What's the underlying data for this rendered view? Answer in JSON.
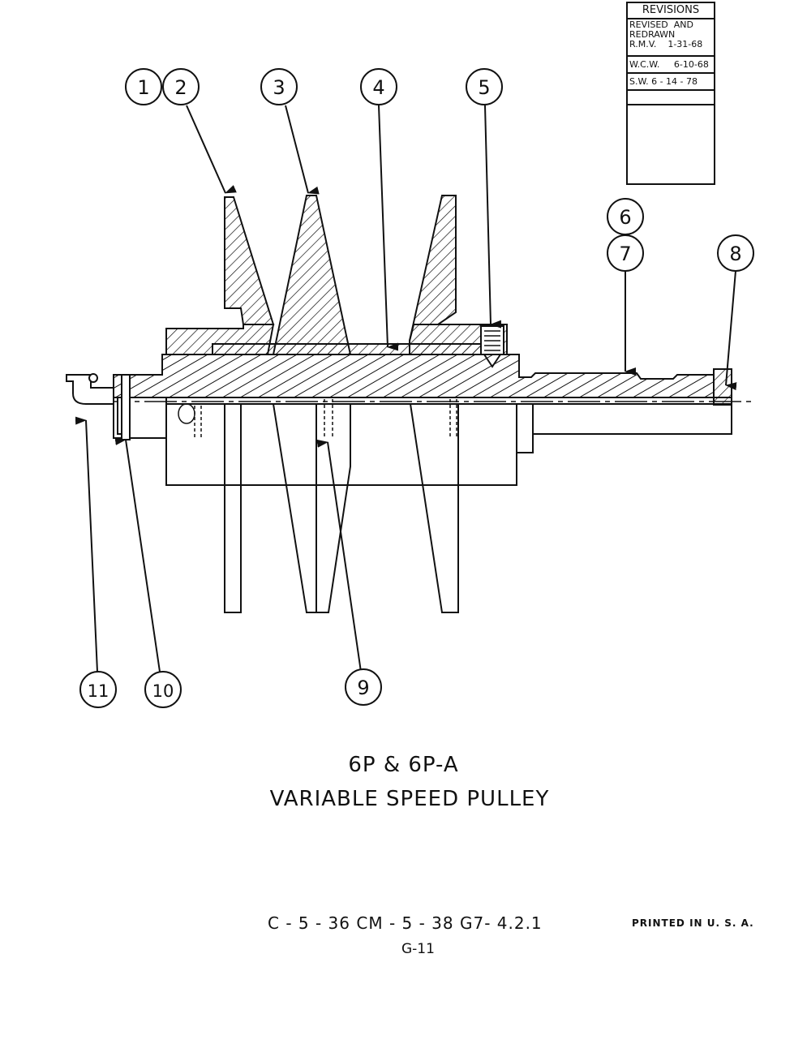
{
  "revisions": {
    "title": "REVISIONS",
    "entries": [
      "REVISED  AND\nREDRAWN\nR.M.V.    1-31-68",
      "W.C.W.     6-10-68",
      "S.W. 6 - 14 - 78"
    ]
  },
  "callouts": [
    {
      "id": "1"
    },
    {
      "id": "2"
    },
    {
      "id": "3"
    },
    {
      "id": "4"
    },
    {
      "id": "5"
    },
    {
      "id": "6"
    },
    {
      "id": "7"
    },
    {
      "id": "8"
    },
    {
      "id": "9"
    },
    {
      "id": "10"
    },
    {
      "id": "11"
    }
  ],
  "title": {
    "line1": "6P  &  6P-A",
    "line2": "VARIABLE  SPEED  PULLEY"
  },
  "footer": {
    "codes": "C - 5 - 36   CM - 5 - 38   G7- 4.2.1",
    "page": "G-11",
    "printed": "PRINTED  IN  U. S. A."
  }
}
